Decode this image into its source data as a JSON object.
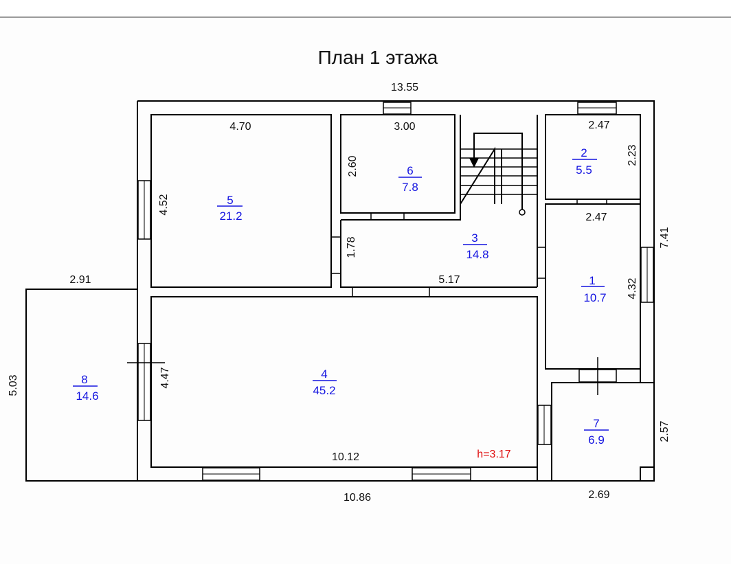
{
  "title": "План 1 этажа",
  "dimensions": {
    "overall_top": "13.55",
    "overall_bottom": "10.86",
    "overall_right": "7.41",
    "room5_width": "4.70",
    "room5_height": "4.52",
    "room6_width": "3.00",
    "room6_height": "2.60",
    "room2_width": "2.47",
    "room2_height": "2.23",
    "room1_width": "2.47",
    "room1_height": "4.32",
    "room3_height": "1.78",
    "room3_width": "5.17",
    "room4_width": "10.12",
    "room4_height": "4.47",
    "room8_width": "2.91",
    "room8_height": "5.03",
    "room7_width": "2.69",
    "room7_height": "2.57"
  },
  "ceiling_height": "h=3.17",
  "rooms": [
    {
      "number": "1",
      "area": "10.7"
    },
    {
      "number": "2",
      "area": "5.5"
    },
    {
      "number": "3",
      "area": "14.8"
    },
    {
      "number": "4",
      "area": "45.2"
    },
    {
      "number": "5",
      "area": "21.2"
    },
    {
      "number": "6",
      "area": "7.8"
    },
    {
      "number": "7",
      "area": "6.9"
    },
    {
      "number": "8",
      "area": "14.6"
    }
  ],
  "colors": {
    "room_label": "#1414e0",
    "height_label": "#e01010"
  }
}
